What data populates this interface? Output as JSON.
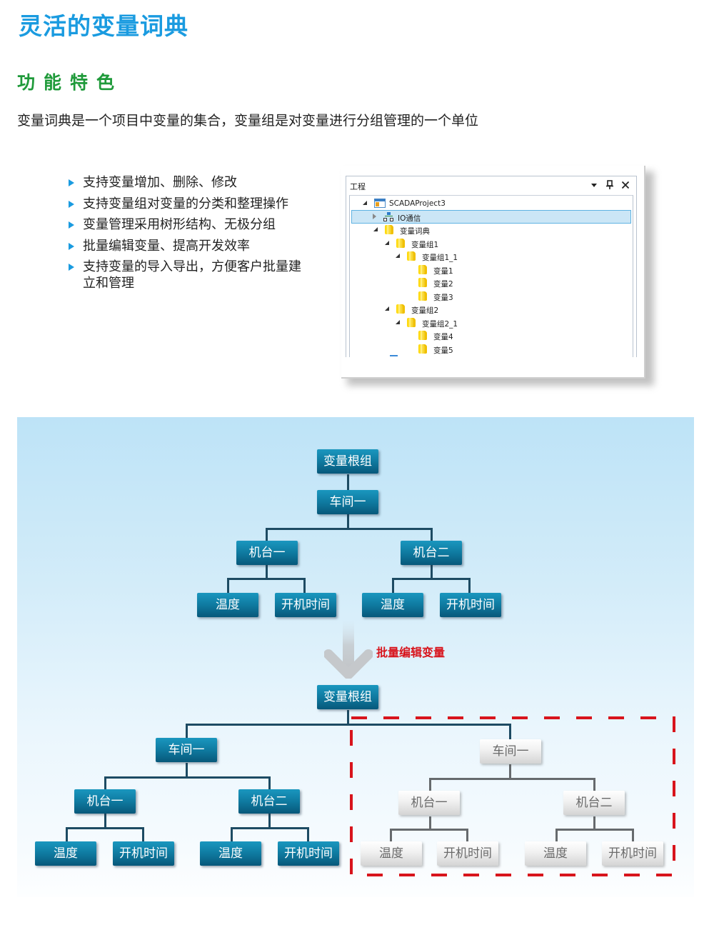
{
  "header": {
    "title": "灵活的变量词典",
    "section_title": "功能特色",
    "intro": "变量词典是一个项目中变量的集合，变量组是对变量进行分组管理的一个单位"
  },
  "features": [
    "支持变量增加、删除、修改",
    "支持变量组对变量的分类和整理操作",
    "变量管理采用树形结构、无极分组",
    "批量编辑变量、提高开发效率",
    "支持变量的导入导出，方便客户批量建立和管理"
  ],
  "project_panel": {
    "title": "工程",
    "header_icons": [
      "dropdown-icon",
      "pin-icon",
      "close-icon"
    ],
    "tree": [
      {
        "label": "SCADAProject3",
        "level": 0,
        "expanded": true,
        "icon": "project-icon"
      },
      {
        "label": "IO通信",
        "level": 1,
        "expanded": false,
        "icon": "network-icon",
        "selected": true
      },
      {
        "label": "变量词典",
        "level": 1,
        "expanded": true,
        "icon": "folder-icon"
      },
      {
        "label": "变量组1",
        "level": 2,
        "expanded": true,
        "icon": "folder-icon"
      },
      {
        "label": "变量组1_1",
        "level": 3,
        "expanded": true,
        "icon": "folder-icon"
      },
      {
        "label": "变量1",
        "level": 4,
        "icon": "folder-icon"
      },
      {
        "label": "变量2",
        "level": 4,
        "icon": "folder-icon"
      },
      {
        "label": "变量3",
        "level": 4,
        "icon": "folder-icon"
      },
      {
        "label": "变量组2",
        "level": 2,
        "expanded": true,
        "icon": "folder-icon"
      },
      {
        "label": "变量组2_1",
        "level": 3,
        "expanded": true,
        "icon": "folder-icon"
      },
      {
        "label": "变量4",
        "level": 4,
        "icon": "folder-icon"
      },
      {
        "label": "变量5",
        "level": 4,
        "icon": "folder-icon"
      }
    ]
  },
  "diagram": {
    "top_tree": {
      "root": "变量根组",
      "workshop": "车间一",
      "machines": [
        {
          "label": "机台一",
          "children": [
            "温度",
            "开机时间"
          ]
        },
        {
          "label": "机台二",
          "children": [
            "温度",
            "开机时间"
          ]
        }
      ]
    },
    "arrow_label": "批量编辑变量",
    "bottom_tree": {
      "root": "变量根组",
      "workshops": [
        {
          "label": "车间一",
          "style": "original",
          "machines": [
            {
              "label": "机台一",
              "children": [
                "温度",
                "开机时间"
              ]
            },
            {
              "label": "机台二",
              "children": [
                "温度",
                "开机时间"
              ]
            }
          ]
        },
        {
          "label": "车间一",
          "style": "copied",
          "machines": [
            {
              "label": "机台一",
              "children": [
                "温度",
                "开机时间"
              ]
            },
            {
              "label": "机台二",
              "children": [
                "温度",
                "开机时间"
              ]
            }
          ]
        }
      ]
    },
    "colors": {
      "node_blue": "#0f7aa0",
      "node_grey": "#e6e6e6",
      "highlight_dash": "#d8141c",
      "arrow_label": "#d8141c"
    }
  }
}
